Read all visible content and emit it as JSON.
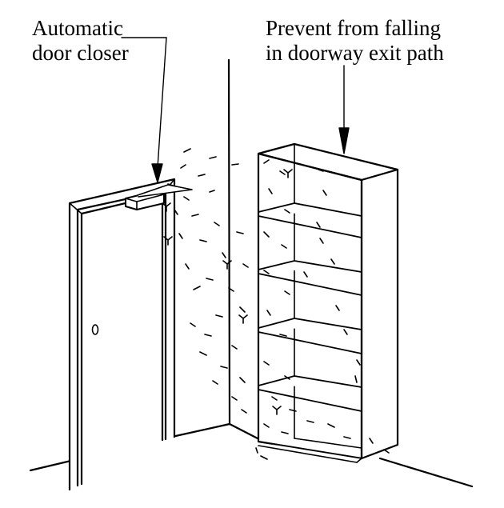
{
  "labels": {
    "door_closer": {
      "line1": "Automatic",
      "line2": "door closer"
    },
    "prevent_falling": {
      "line1": "Prevent from falling",
      "line2": "in doorway exit path"
    }
  },
  "colors": {
    "ink": "#000000",
    "paper": "#ffffff"
  },
  "icons": {
    "door_knob": "door-knob-icon",
    "pointer": "arrow-icon"
  }
}
